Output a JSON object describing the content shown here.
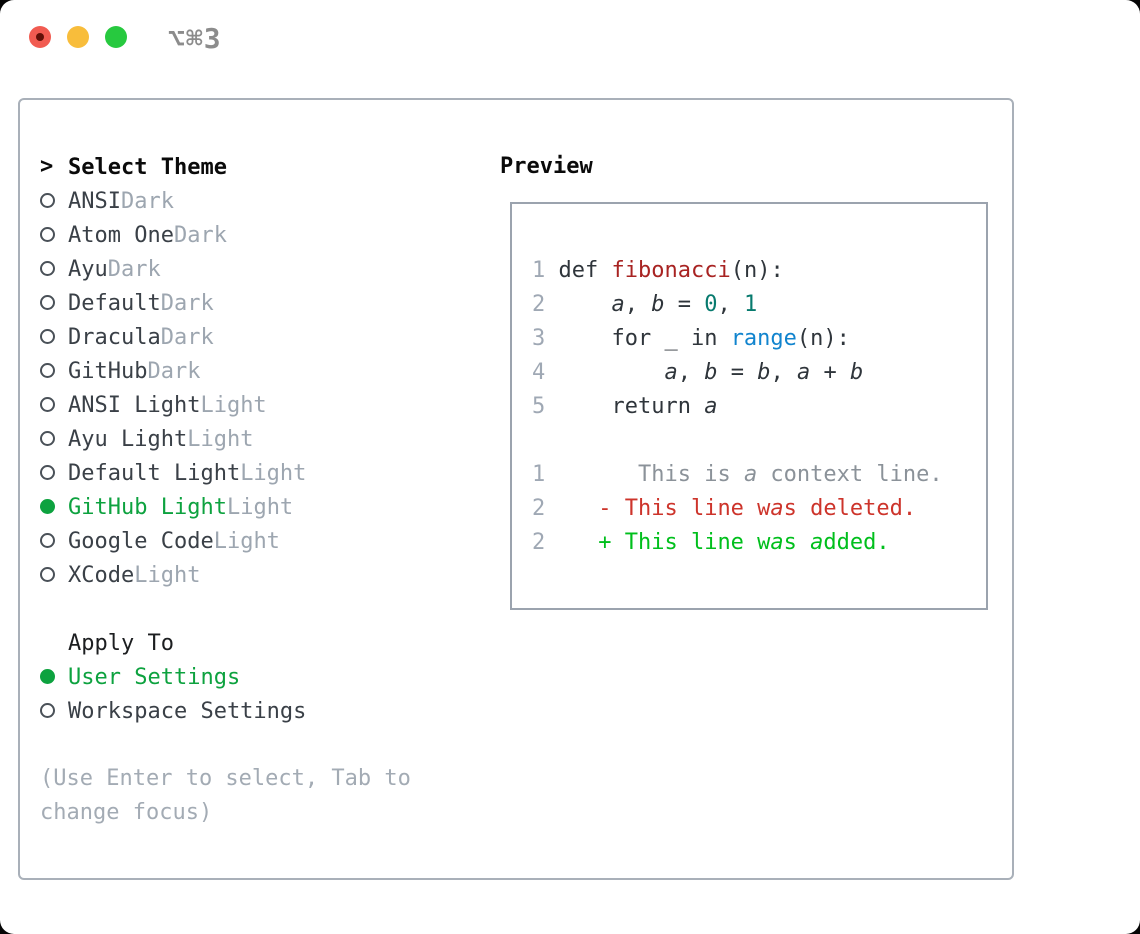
{
  "window": {
    "title": "⌥⌘3"
  },
  "colors": {
    "selected_green": "#0da23f",
    "added_green": "#00bf1c",
    "deleted_red": "#cd342b",
    "function_red": "#a82322",
    "builtin_blue": "#1184ce",
    "number_teal": "#077a6e",
    "code_text": "#2f353b",
    "muted_gray": "#9da6b0",
    "line_number_gray": "#9fa8b4",
    "context_gray": "#8b9299",
    "panel_border": "#a9b0b9",
    "traffic_red": "#f15b51",
    "traffic_yellow": "#f8bd3b",
    "traffic_green": "#27c93f"
  },
  "theme_picker": {
    "heading_marker": ">",
    "heading": "Select Theme",
    "themes": [
      {
        "name": "ANSI",
        "variant": "Dark",
        "selected": false
      },
      {
        "name": "Atom One",
        "variant": "Dark",
        "selected": false
      },
      {
        "name": "Ayu",
        "variant": "Dark",
        "selected": false
      },
      {
        "name": "Default",
        "variant": "Dark",
        "selected": false
      },
      {
        "name": "Dracula",
        "variant": "Dark",
        "selected": false
      },
      {
        "name": "GitHub",
        "variant": "Dark",
        "selected": false
      },
      {
        "name": "ANSI Light",
        "variant": "Light",
        "selected": false
      },
      {
        "name": "Ayu Light",
        "variant": "Light",
        "selected": false
      },
      {
        "name": "Default Light",
        "variant": "Light",
        "selected": false
      },
      {
        "name": "GitHub Light",
        "variant": "Light",
        "selected": true
      },
      {
        "name": "Google Code",
        "variant": "Light",
        "selected": false
      },
      {
        "name": "XCode",
        "variant": "Light",
        "selected": false
      }
    ],
    "apply_to": {
      "heading": "Apply To",
      "options": [
        {
          "label": "User Settings",
          "selected": true
        },
        {
          "label": "Workspace Settings",
          "selected": false
        }
      ]
    },
    "hint": "(Use Enter to select, Tab to change focus)"
  },
  "preview": {
    "heading": "Preview",
    "code_lines": [
      {
        "num": "1",
        "segments": [
          {
            "t": "def ",
            "s": "code"
          },
          {
            "t": "fibonacci",
            "s": "func"
          },
          {
            "t": "(n):",
            "s": "code"
          }
        ]
      },
      {
        "num": "2",
        "segments": [
          {
            "t": "    ",
            "s": "code"
          },
          {
            "t": "a",
            "s": "var"
          },
          {
            "t": ", ",
            "s": "code"
          },
          {
            "t": "b",
            "s": "var"
          },
          {
            "t": " = ",
            "s": "code"
          },
          {
            "t": "0",
            "s": "num"
          },
          {
            "t": ", ",
            "s": "code"
          },
          {
            "t": "1",
            "s": "num"
          }
        ]
      },
      {
        "num": "3",
        "segments": [
          {
            "t": "    for _ in ",
            "s": "code"
          },
          {
            "t": "range",
            "s": "builtin"
          },
          {
            "t": "(n):",
            "s": "code"
          }
        ]
      },
      {
        "num": "4",
        "segments": [
          {
            "t": "        ",
            "s": "code"
          },
          {
            "t": "a",
            "s": "var"
          },
          {
            "t": ", ",
            "s": "code"
          },
          {
            "t": "b",
            "s": "var"
          },
          {
            "t": " = ",
            "s": "code"
          },
          {
            "t": "b",
            "s": "var"
          },
          {
            "t": ", ",
            "s": "code"
          },
          {
            "t": "a",
            "s": "var"
          },
          {
            "t": " + ",
            "s": "code"
          },
          {
            "t": "b",
            "s": "var"
          }
        ]
      },
      {
        "num": "5",
        "segments": [
          {
            "t": "    return ",
            "s": "code"
          },
          {
            "t": "a",
            "s": "var"
          }
        ]
      },
      {
        "num": "",
        "segments": []
      },
      {
        "num": "1",
        "segments": [
          {
            "t": "      This is ",
            "s": "ctx"
          },
          {
            "t": "a",
            "s": "ctx",
            "i": true
          },
          {
            "t": " context line.",
            "s": "ctx"
          }
        ]
      },
      {
        "num": "2",
        "segments": [
          {
            "t": "   - This line w",
            "s": "del"
          },
          {
            "t": "a",
            "s": "del",
            "i": true
          },
          {
            "t": "s deleted.",
            "s": "del"
          }
        ]
      },
      {
        "num": "2",
        "segments": [
          {
            "t": "   + This line w",
            "s": "add"
          },
          {
            "t": "a",
            "s": "add",
            "i": true
          },
          {
            "t": "s ",
            "s": "add"
          },
          {
            "t": "a",
            "s": "add",
            "i": true
          },
          {
            "t": "dded.",
            "s": "add"
          }
        ]
      }
    ]
  }
}
